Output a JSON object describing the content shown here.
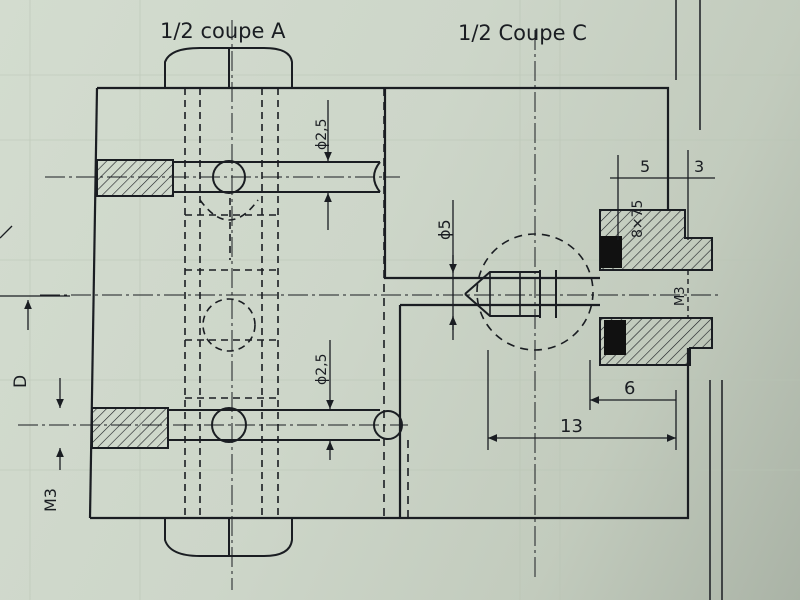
{
  "titles": {
    "left": "1/2 coupe A",
    "right": "1/2 Coupe C"
  },
  "dimensions": {
    "dia_2_5_top": "ϕ2,5",
    "dia_2_5_bottom": "ϕ2,5",
    "dia_5": "ϕ5",
    "dim_5": "5",
    "dim_3": "3",
    "thread_8x75": "8×75",
    "m3_right": "M3",
    "m3_left": "M3",
    "dim_6": "6",
    "dim_13": "13",
    "label_d": "D"
  },
  "colors": {
    "ink": "#1a1d22",
    "paper": "#d3dccf",
    "fill_dark": "#111111"
  }
}
